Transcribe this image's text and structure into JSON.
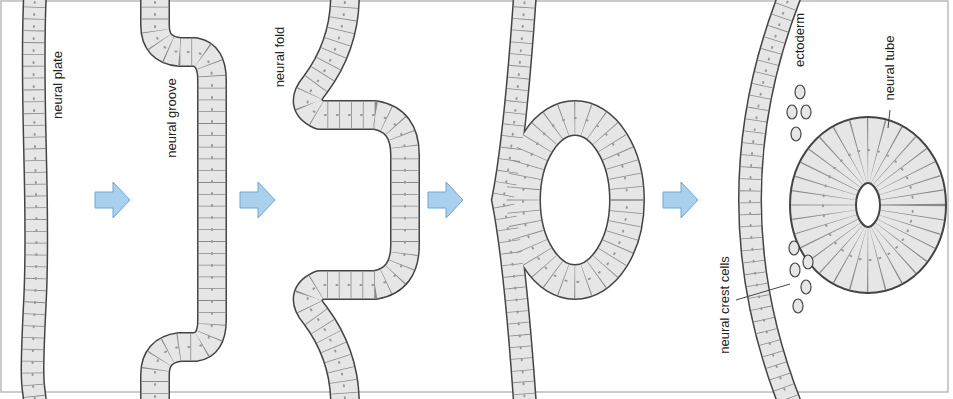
{
  "diagram": {
    "labels": [
      "neural plate",
      "neural groove",
      "neural fold",
      "ectoderm",
      "neural tube",
      "neural crest cells"
    ]
  }
}
